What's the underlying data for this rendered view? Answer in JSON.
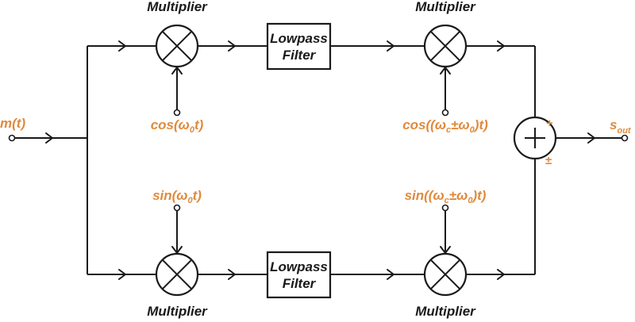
{
  "diagram": {
    "title": "Single-sideband modulator (phasing method)",
    "colors": {
      "line": "#1a1a1a",
      "signal": "#e08a3c",
      "background": "#ffffff"
    },
    "input": {
      "label": "m(t)"
    },
    "output": {
      "label_main": "s",
      "label_sub": "out"
    },
    "blocks": {
      "mult_top_left": {
        "label": "Multiplier"
      },
      "mult_top_right": {
        "label": "Multiplier"
      },
      "mult_bottom_left": {
        "label": "Multiplier"
      },
      "mult_bottom_right": {
        "label": "Multiplier"
      },
      "lpf_top": {
        "line1": "Lowpass",
        "line2": "Filter"
      },
      "lpf_bottom": {
        "line1": "Lowpass",
        "line2": "Filter"
      },
      "summer": {
        "sign_top": "+",
        "sign_bottom": "±"
      }
    },
    "signals": {
      "cos_w0": {
        "pre": "cos(ω",
        "sub": "0",
        "post": "t)"
      },
      "sin_w0": {
        "pre": "sin(ω",
        "sub": "0",
        "post": "t)"
      },
      "cos_wc": {
        "pre": "cos((ω",
        "sub1": "c",
        "mid": "±ω",
        "sub2": "0",
        "post": ")t)"
      },
      "sin_wc": {
        "pre": "sin((ω",
        "sub1": "c",
        "mid": "±ω",
        "sub2": "0",
        "post": ")t)"
      }
    }
  }
}
